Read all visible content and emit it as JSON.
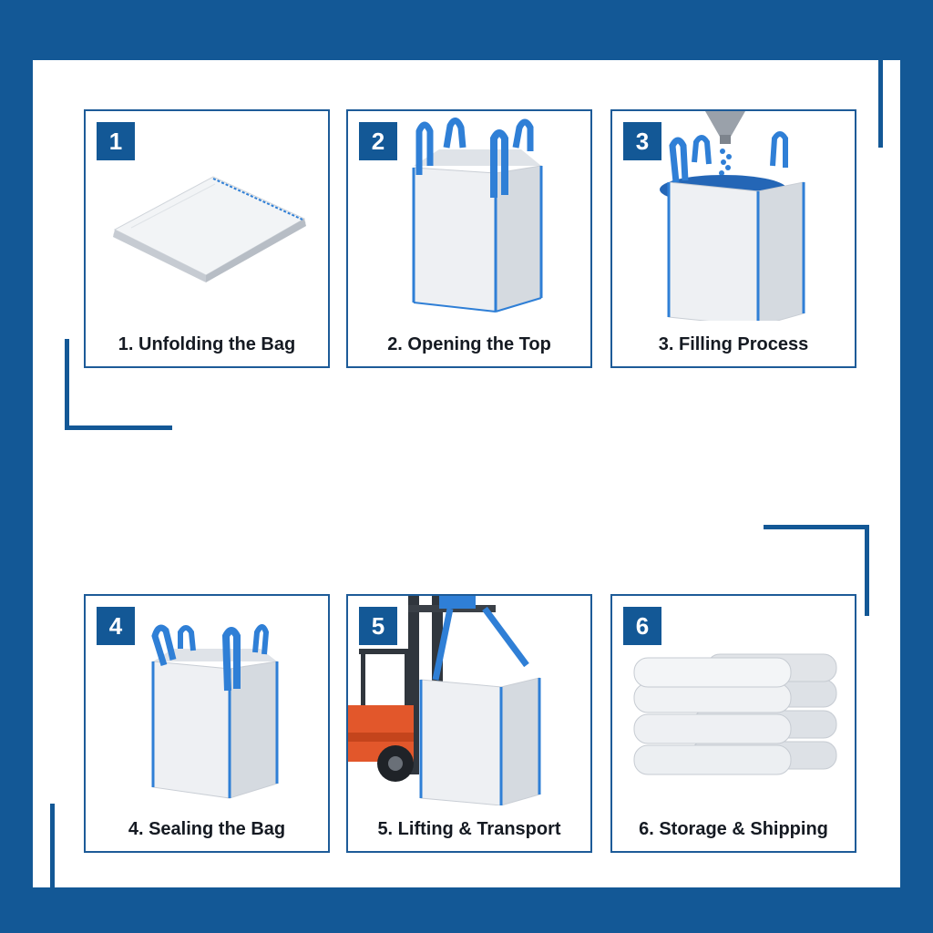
{
  "steps": [
    {
      "number": "1",
      "label": "1. Unfolding the Bag"
    },
    {
      "number": "2",
      "label": "2. Opening the Top"
    },
    {
      "number": "3",
      "label": "3. Filling Process"
    },
    {
      "number": "4",
      "label": "4. Sealing the Bag"
    },
    {
      "number": "5",
      "label": "5. Lifting & Transport"
    },
    {
      "number": "6",
      "label": "6. Storage & Shipping"
    }
  ],
  "colors": {
    "frame": "#135896",
    "accent_blue": "#2f7fd6",
    "bag_white": "#eceff2",
    "forklift_orange": "#e2572b"
  }
}
